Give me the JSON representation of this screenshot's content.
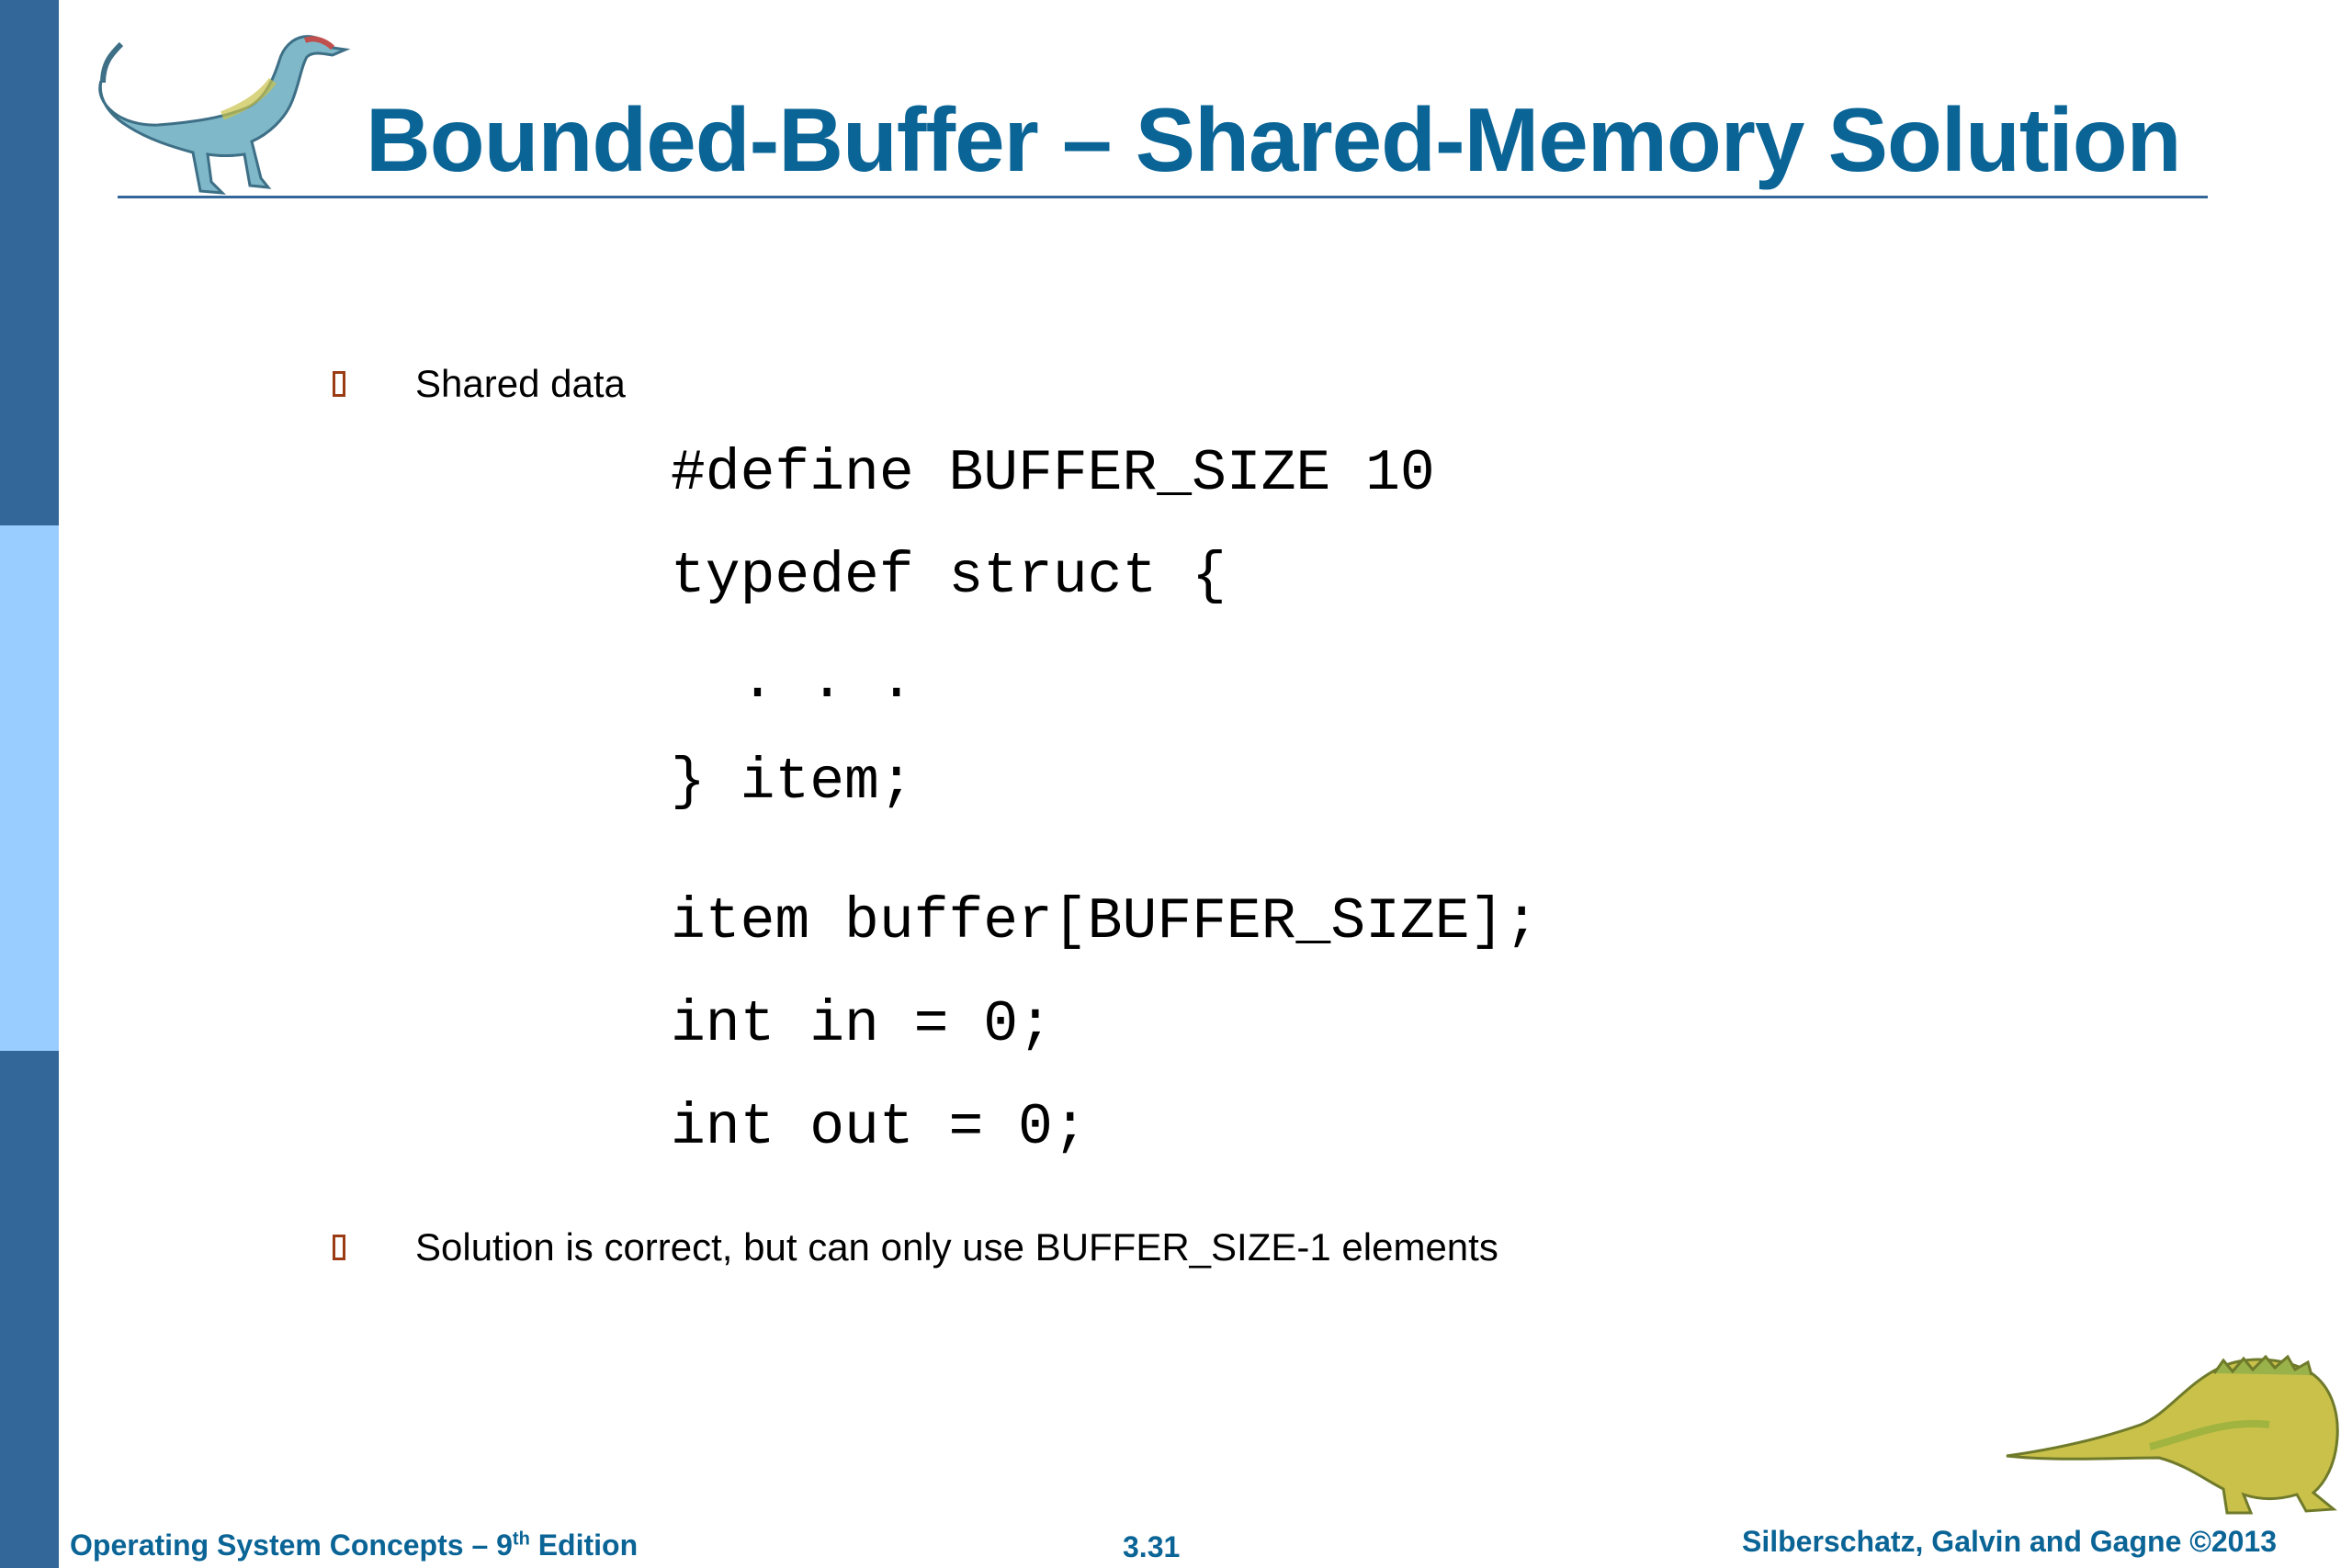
{
  "slide": {
    "title": "Bounded-Buffer – Shared-Memory Solution",
    "bullets": [
      {
        "text": "Shared data"
      },
      {
        "text": "Solution is correct, but can only use BUFFER_SIZE-1 elements"
      }
    ],
    "code_lines": [
      "#define BUFFER_SIZE 10",
      "typedef struct {",
      "  . . .",
      "} item;",
      "item buffer[BUFFER_SIZE];",
      "int in = 0;",
      "int out = 0;"
    ]
  },
  "footer": {
    "left_prefix": "Operating System Concepts – 9",
    "left_sup": "th",
    "left_suffix": " Edition",
    "center": "3.31",
    "right": "Silberschatz, Galvin and Gagne ©2013"
  },
  "colors": {
    "title": "#0a6496",
    "sidebar_dark": "#336699",
    "sidebar_light": "#99ccff",
    "bullet": "#9b3b14"
  },
  "icons": [
    "dinosaur-illustration",
    "dinosaur-illustration"
  ]
}
